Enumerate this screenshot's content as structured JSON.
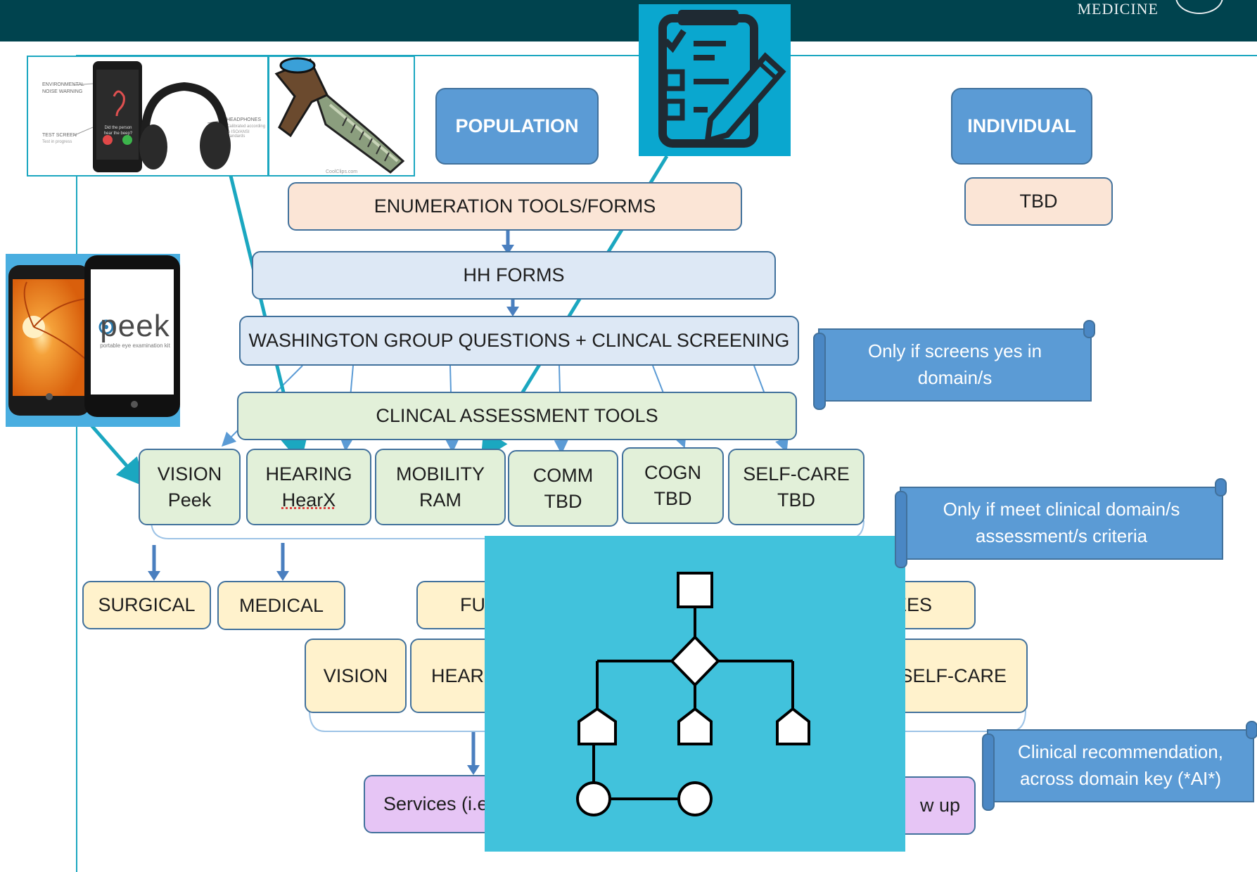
{
  "header": {
    "brand_text": "MEDICINE"
  },
  "colors": {
    "header": "#00434e",
    "accent": "#1ba7c0",
    "tile": "#41c2dc",
    "node_blue": "#5b9bd5",
    "node_peach": "#fbe5d6",
    "node_lightblue": "#dde8f5",
    "node_green": "#e2f0d9",
    "node_yellow": "#fff2cc",
    "node_purple": "#e6c5f5",
    "edge": "#5b9bd5"
  },
  "images": {
    "hearing_app": {
      "labels": [
        "ENVIRONMENTAL",
        "NOISE WARNING",
        "TEST SCREEN",
        "Test in progress",
        "HEADPHONES",
        "Calibrated according",
        "to ISO/ANSI standards",
        "Did the person",
        "hear the beep?"
      ],
      "icon": "smartphone-and-headphones-icon"
    },
    "otoscope": {
      "icon": "otoscope-icon",
      "caption": "CoolClips.com"
    },
    "peek": {
      "logo_text": "peek",
      "tagline": "portable eye examination kit",
      "icon": "retina-phone-icon"
    },
    "checklist": {
      "icon": "clipboard-checklist-icon"
    },
    "flowchart": {
      "icon": "flowchart-icon"
    }
  },
  "diagram": {
    "population": "POPULATION",
    "individual": "INDIVIDUAL",
    "enumeration": "ENUMERATION TOOLS/FORMS",
    "tbd": "TBD",
    "hh_forms": "HH FORMS",
    "washington": "WASHINGTON GROUP QUESTIONS + CLINCAL SCREENING",
    "clinical_tools": "CLINCAL ASSESSMENT TOOLS",
    "domains": [
      {
        "title": "VISION",
        "tool": "Peek"
      },
      {
        "title": "HEARING",
        "tool": "HearX"
      },
      {
        "title": "MOBILITY",
        "tool": "RAM"
      },
      {
        "title": "COMM",
        "tool": "TBD"
      },
      {
        "title": "COGN",
        "tool": "TBD"
      },
      {
        "title": "SELF-CARE",
        "tool": "TBD"
      }
    ],
    "referrals": {
      "surgical": "SURGICAL",
      "medical": "MEDICAL",
      "functional_partial": "FU",
      "right_partial": "EES"
    },
    "functional": {
      "vision": "VISION",
      "hearing_partial": "HEARI",
      "selfcare": "SELF-CARE"
    },
    "services_partial": "Services (i.e",
    "followup_partial": "w up",
    "notes": {
      "screens": "Only if screens yes in domain/s",
      "criteria": "Only if meet clinical domain/s assessment/s criteria",
      "recommendation": "Clinical recommendation, across domain key (*AI*)"
    }
  }
}
